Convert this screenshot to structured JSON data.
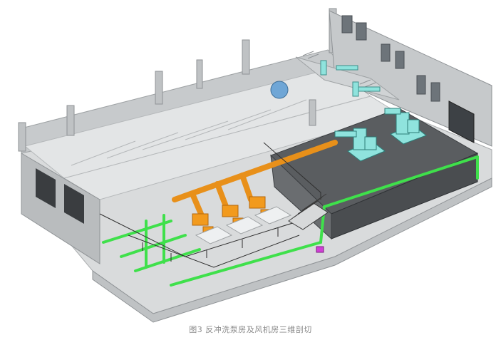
{
  "caption": "图3 反冲洗泵房及风机房三维剖切",
  "colors": {
    "background": "#ffffff",
    "wall": "#c9ccce",
    "wall_dark": "#8f9396",
    "roof_beam": "#dfe1e2",
    "floor_light": "#e6e7e8",
    "blower_room_floor": "#5c5f62",
    "orange_pipe": "#f29a1d",
    "green_pipe": "#3fe04b",
    "cyan_equipment": "#8fe3dd",
    "railing": "#333333",
    "magenta_marker": "#d13fd6"
  },
  "icons": [
    "isometric-building-section",
    "backwash-pump",
    "blower-unit",
    "staircase",
    "railing",
    "window"
  ]
}
